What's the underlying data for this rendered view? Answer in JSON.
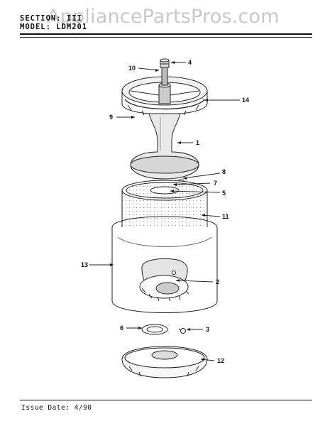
{
  "header": {
    "section_label": "SECTION: III",
    "model_label": "MODEL: LDM201"
  },
  "watermark": "AppliancePartsPros.com",
  "footer": {
    "issue_date": "Issue Date: 4/90"
  },
  "callouts": [
    {
      "id": "1",
      "label": "1"
    },
    {
      "id": "2",
      "label": "2"
    },
    {
      "id": "3",
      "label": "3"
    },
    {
      "id": "4",
      "label": "4"
    },
    {
      "id": "5",
      "label": "5"
    },
    {
      "id": "6",
      "label": "6"
    },
    {
      "id": "7",
      "label": "7"
    },
    {
      "id": "8",
      "label": "8"
    },
    {
      "id": "9",
      "label": "9"
    },
    {
      "id": "10",
      "label": "10"
    },
    {
      "id": "11",
      "label": "11"
    },
    {
      "id": "12",
      "label": "12"
    },
    {
      "id": "13",
      "label": "13"
    },
    {
      "id": "14",
      "label": "14"
    }
  ]
}
